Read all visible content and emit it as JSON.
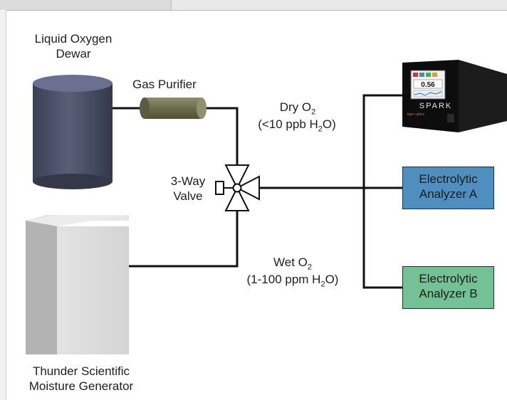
{
  "labels": {
    "dewar": "Liquid Oxygen\nDewar",
    "purifier": "Gas Purifier",
    "dry_o2": "Dry O",
    "dry_o2_sub": "2",
    "dry_spec_a": "(<10 ppb H",
    "dry_spec_sub": "2",
    "dry_spec_b": "O)",
    "valve": "3-Way\nValve",
    "wet_o2": "Wet O",
    "wet_o2_sub": "2",
    "wet_spec_a": "(1-100 ppm H",
    "wet_spec_sub": "2",
    "wet_spec_b": "O)",
    "generator": "Thunder Scientific\nMoisture Generator"
  },
  "analyzers": {
    "a": "Electrolytic\nAnalyzer A",
    "b": "Electrolytic\nAnalyzer B"
  },
  "spark": {
    "brand": "SPARK",
    "reading": "0.56",
    "logo": "tiger optics"
  },
  "colors": {
    "line": "#111111",
    "dewar": "#4a4f66",
    "purifier": "#6f7052",
    "analyzer_a": "#4e8fbf",
    "analyzer_b": "#74c196",
    "generator": "#d9d9d9"
  }
}
